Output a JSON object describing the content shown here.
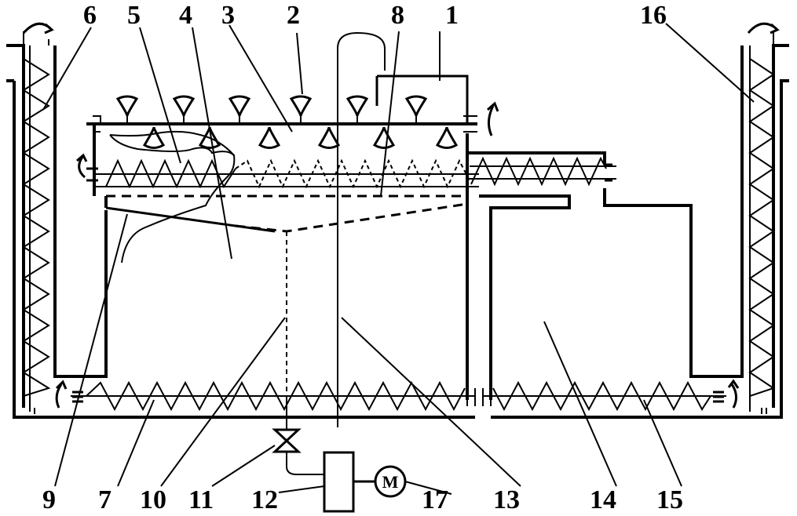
{
  "labels": {
    "l1": "1",
    "l2": "2",
    "l3": "3",
    "l4": "4",
    "l5": "5",
    "l6": "6",
    "l7": "7",
    "l8": "8",
    "l9": "9",
    "l10": "10",
    "l11": "11",
    "l12": "12",
    "l13": "13",
    "l14": "14",
    "l15": "15",
    "l16": "16",
    "l17": "17"
  },
  "motor": {
    "letter": "M"
  }
}
